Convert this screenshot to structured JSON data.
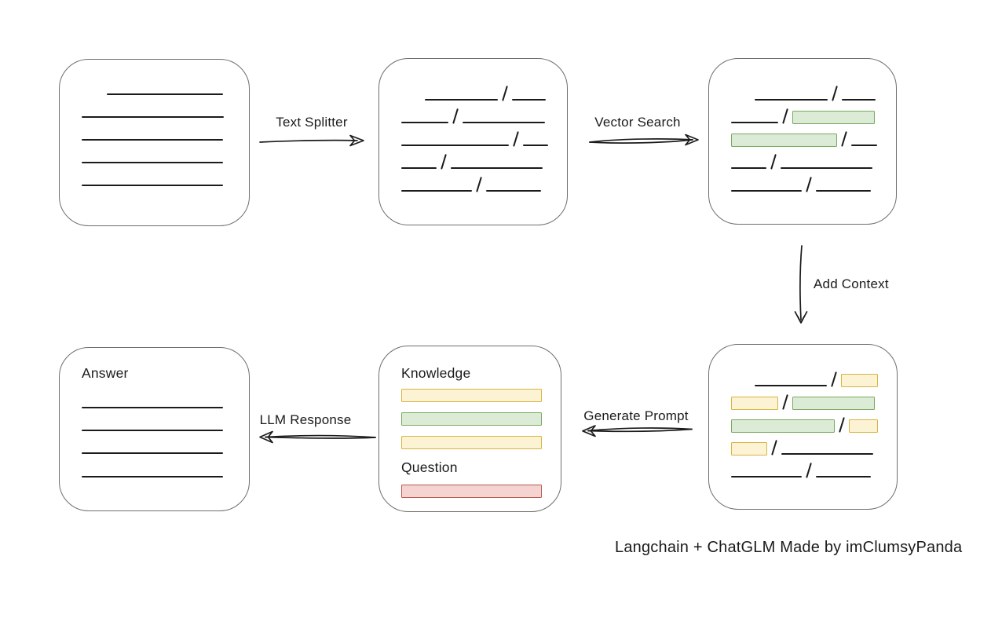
{
  "caption": "Langchain + ChatGLM Made by imClumsyPanda",
  "colors": {
    "stroke": "#1b1b1b",
    "box_border": "#6e6e6e",
    "green_fill": "#dcebd5",
    "green_border": "#79a85f",
    "yellow_fill": "#fcf3d4",
    "yellow_border": "#d8b43e",
    "red_fill": "#f5d3d0",
    "red_border": "#b85950"
  },
  "arrows": {
    "text_splitter": {
      "label": "Text Splitter",
      "direction": "right"
    },
    "vector_search": {
      "label": "Vector Search",
      "direction": "right"
    },
    "add_context": {
      "label": "Add Context",
      "direction": "down"
    },
    "generate_prompt": {
      "label": "Generate Prompt",
      "direction": "left"
    },
    "llm_response": {
      "label": "LLM Response",
      "direction": "left"
    }
  },
  "boxes": {
    "source_document": {
      "description": "document with plain text lines",
      "rows": [
        {
          "indent": 32,
          "segs": [
            {
              "t": "line",
              "w": 148
            }
          ]
        },
        {
          "segs": [
            {
              "t": "line",
              "w": 181
            }
          ]
        },
        {
          "segs": [
            {
              "t": "line",
              "w": 180
            }
          ]
        },
        {
          "segs": [
            {
              "t": "line",
              "w": 180
            }
          ]
        },
        {
          "segs": [
            {
              "t": "line",
              "w": 180
            }
          ]
        }
      ]
    },
    "split_chunks": {
      "description": "text split into chunks separated by slashes",
      "rows": [
        {
          "indent": 30,
          "segs": [
            {
              "t": "line",
              "w": 93
            },
            {
              "t": "slash"
            },
            {
              "t": "line",
              "w": 43
            }
          ]
        },
        {
          "segs": [
            {
              "t": "line",
              "w": 60
            },
            {
              "t": "slash"
            },
            {
              "t": "line",
              "w": 105
            }
          ]
        },
        {
          "segs": [
            {
              "t": "line",
              "w": 140
            },
            {
              "t": "slash"
            },
            {
              "t": "line",
              "w": 33
            }
          ]
        },
        {
          "segs": [
            {
              "t": "line",
              "w": 45
            },
            {
              "t": "slash"
            },
            {
              "t": "line",
              "w": 117
            }
          ]
        },
        {
          "segs": [
            {
              "t": "line",
              "w": 90
            },
            {
              "t": "slash"
            },
            {
              "t": "line",
              "w": 70
            }
          ]
        }
      ]
    },
    "matched_chunks": {
      "description": "chunks with vector-search matches highlighted green",
      "rows": [
        {
          "indent": 30,
          "segs": [
            {
              "t": "line",
              "w": 93
            },
            {
              "t": "slash"
            },
            {
              "t": "line",
              "w": 43
            }
          ]
        },
        {
          "segs": [
            {
              "t": "line",
              "w": 60
            },
            {
              "t": "slash"
            },
            {
              "t": "green",
              "w": 103
            }
          ]
        },
        {
          "segs": [
            {
              "t": "green",
              "w": 135
            },
            {
              "t": "slash"
            },
            {
              "t": "line",
              "w": 33
            }
          ]
        },
        {
          "segs": [
            {
              "t": "line",
              "w": 45
            },
            {
              "t": "slash"
            },
            {
              "t": "line",
              "w": 117
            }
          ]
        },
        {
          "segs": [
            {
              "t": "line",
              "w": 90
            },
            {
              "t": "slash"
            },
            {
              "t": "line",
              "w": 70
            }
          ]
        }
      ]
    },
    "context_chunks": {
      "description": "matched chunks with added context highlighted yellow",
      "rows": [
        {
          "indent": 30,
          "segs": [
            {
              "t": "line",
              "w": 93
            },
            {
              "t": "slash"
            },
            {
              "t": "yellow",
              "w": 45
            }
          ]
        },
        {
          "segs": [
            {
              "t": "yellow",
              "w": 58
            },
            {
              "t": "slash"
            },
            {
              "t": "green",
              "w": 103
            }
          ]
        },
        {
          "segs": [
            {
              "t": "green",
              "w": 135
            },
            {
              "t": "slash"
            },
            {
              "t": "yellow",
              "w": 36
            }
          ]
        },
        {
          "segs": [
            {
              "t": "yellow",
              "w": 44
            },
            {
              "t": "slash"
            },
            {
              "t": "line",
              "w": 117
            }
          ]
        },
        {
          "segs": [
            {
              "t": "line",
              "w": 90
            },
            {
              "t": "slash"
            },
            {
              "t": "line",
              "w": 70
            }
          ]
        }
      ]
    },
    "prompt": {
      "description": "prompt assembled from knowledge and question",
      "rows": [
        {
          "h": 26,
          "segs": [
            {
              "t": "text",
              "label": "Knowledge"
            }
          ]
        },
        {
          "h": 27,
          "segs": [
            {
              "t": "yellow",
              "w": 180
            }
          ]
        },
        {
          "h": 30,
          "segs": [
            {
              "t": "green",
              "w": 180
            }
          ]
        },
        {
          "h": 30,
          "segs": [
            {
              "t": "yellow",
              "w": 180
            }
          ]
        },
        {
          "h": 33,
          "segs": [
            {
              "t": "text",
              "label": "Question"
            }
          ]
        },
        {
          "h": 29,
          "segs": [
            {
              "t": "red",
              "w": 180
            }
          ]
        }
      ]
    },
    "answer": {
      "description": "LLM answer document",
      "rows": [
        {
          "h": 24,
          "segs": [
            {
              "t": "text",
              "label": "Answer"
            }
          ]
        },
        {
          "h": 36,
          "segs": [
            {
              "t": "line",
              "w": 180
            }
          ]
        },
        {
          "h": 29,
          "segs": [
            {
              "t": "line",
              "w": 180
            }
          ]
        },
        {
          "h": 29,
          "segs": [
            {
              "t": "line",
              "w": 180
            }
          ]
        },
        {
          "h": 30,
          "segs": [
            {
              "t": "line",
              "w": 180
            }
          ]
        }
      ]
    }
  }
}
